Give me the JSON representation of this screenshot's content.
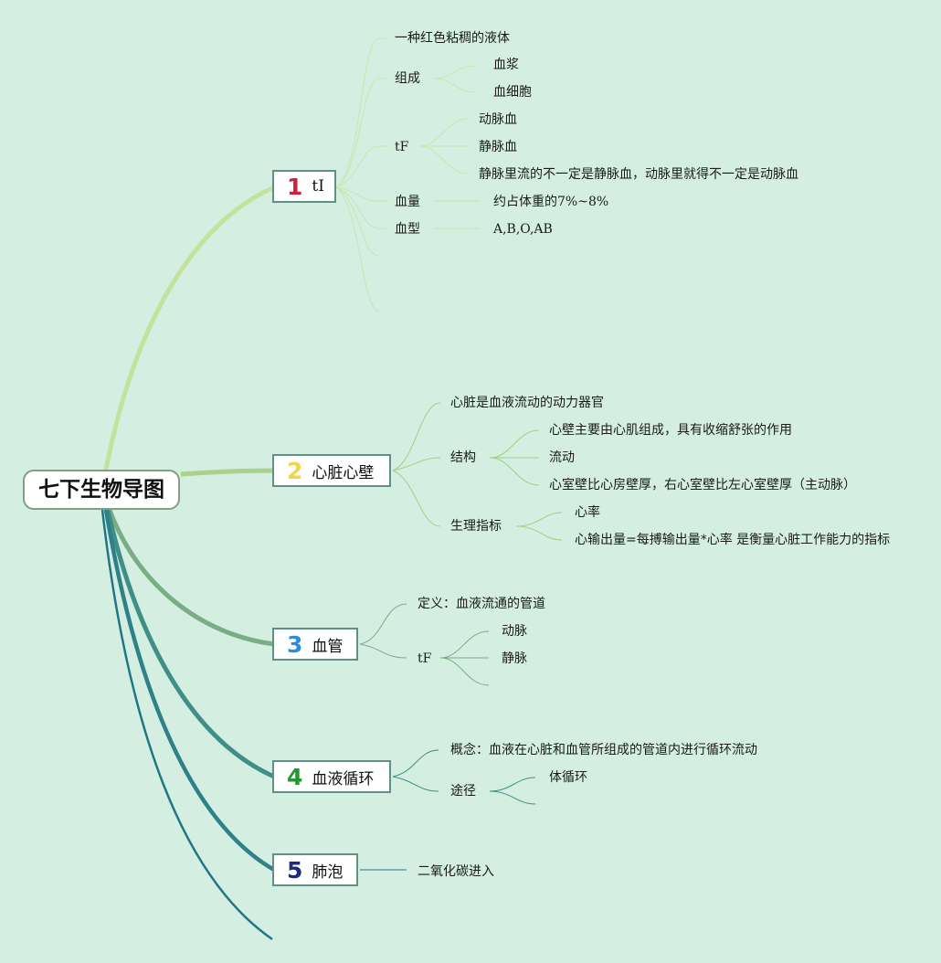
{
  "root": {
    "title": "七下生物导图"
  },
  "branches": [
    {
      "number": "1",
      "label": "tI",
      "number_color": "#d1203a",
      "items": {
        "i1": "一种红色粘稠的液体",
        "composition": {
          "label": "组成",
          "children": [
            "血浆",
            "血细胞"
          ]
        },
        "tf": {
          "label": "tF",
          "children": [
            "动脉血",
            "静脉血",
            "静脉里流的不一定是静脉血，动脉里就得不一定是动脉血"
          ]
        },
        "volume": {
          "label": "血量",
          "value": "约占体重的7%~8%"
        },
        "type": {
          "label": "血型",
          "value": "A,B,O,AB"
        }
      }
    },
    {
      "number": "2",
      "label": "心脏心壁",
      "number_color": "#f2d44a",
      "items": {
        "i1": "心脏是血液流动的动力器官",
        "structure": {
          "label": "结构",
          "children": [
            "心壁主要由心肌组成，具有收缩舒张的作用",
            "流动",
            "心室壁比心房壁厚，右心室壁比左心室壁厚（主动脉）"
          ]
        },
        "physio": {
          "label": "生理指标",
          "children": [
            "心率",
            "心输出量=每搏输出量*心率 是衡量心脏工作能力的指标"
          ]
        }
      }
    },
    {
      "number": "3",
      "label": "血管",
      "number_color": "#2a8fd8",
      "items": {
        "def": "定义：血液流通的管道",
        "tf": {
          "label": "tF",
          "children": [
            "动脉",
            "静脉"
          ]
        }
      }
    },
    {
      "number": "4",
      "label": "血液循环",
      "number_color": "#1f9a2e",
      "items": {
        "concept": "概念：血液在心脏和血管所组成的管道内进行循环流动",
        "route": {
          "label": "途径",
          "children": [
            "体循环"
          ]
        }
      }
    },
    {
      "number": "5",
      "label": "肺泡",
      "number_color": "#1d2a7a",
      "items": {
        "i1": "二氧化碳进入"
      }
    }
  ],
  "colors": {
    "background": "#d4efe2",
    "b1_line": "#c3e39c",
    "b2_line": "#a9d38c",
    "b3_line": "#7aac86",
    "b4_line": "#3f8f87",
    "b5_line": "#1f7785"
  }
}
